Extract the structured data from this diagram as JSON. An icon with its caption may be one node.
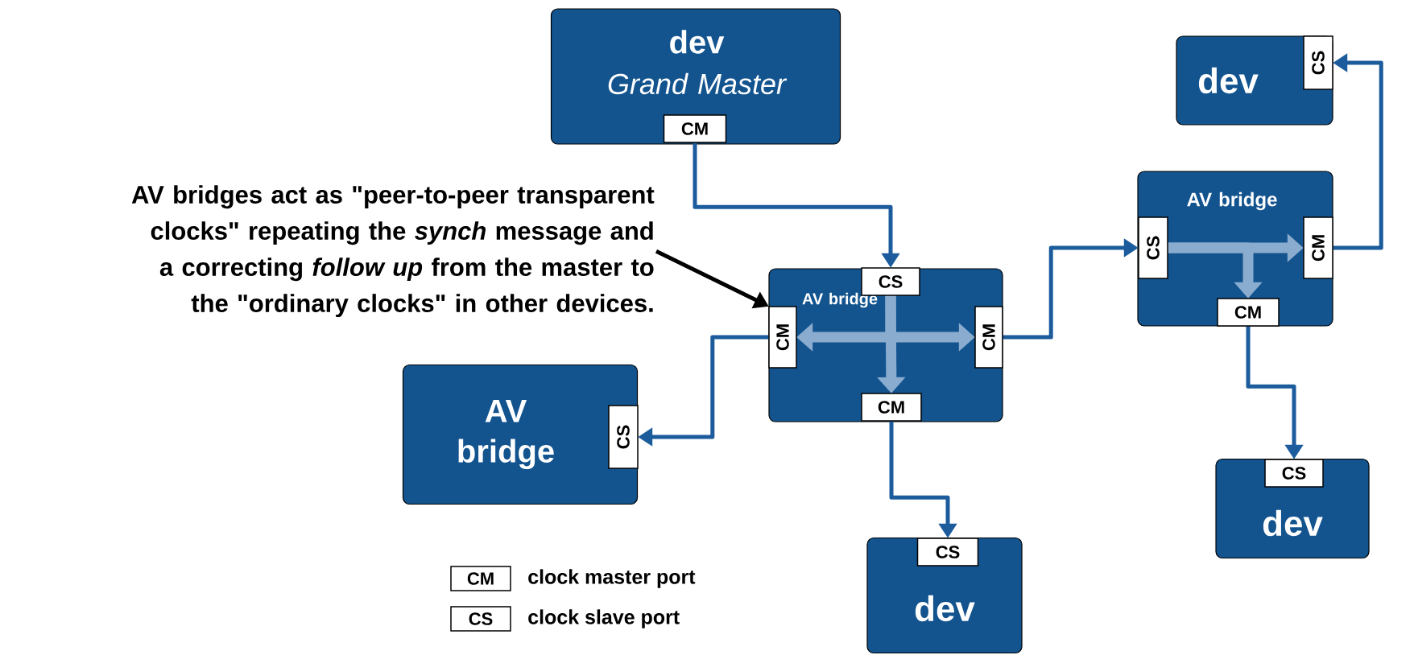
{
  "diagram": {
    "nodes": [
      {
        "text": [
          "dev",
          "Grand Master"
        ]
      },
      {
        "text": [
          "CM"
        ],
        "in": 0
      },
      {
        "text": [
          "AV bridge"
        ]
      },
      {
        "text": [
          "CS"
        ],
        "in": 2
      },
      {
        "text": [
          "CM"
        ],
        "in": 2
      },
      {
        "text": [
          "CM"
        ],
        "in": 2
      },
      {
        "text": [
          "CM"
        ],
        "in": 2
      },
      {
        "text": [
          "AV bridge"
        ]
      },
      {
        "text": [
          "CS"
        ],
        "in": 7
      },
      {
        "text": [
          "dev"
        ]
      },
      {
        "text": [
          "CS"
        ],
        "in": 9
      },
      {
        "text": [
          "AV bridge"
        ]
      },
      {
        "text": [
          "CS"
        ],
        "in": 11
      },
      {
        "text": [
          "CM"
        ],
        "in": 11
      },
      {
        "text": [
          "CM"
        ],
        "in": 11
      },
      {
        "text": [
          "dev"
        ]
      },
      {
        "text": [
          "CS"
        ],
        "in": 15
      },
      {
        "text": [
          "dev"
        ]
      },
      {
        "text": [
          "CS"
        ],
        "in": 17
      },
      {
        "text": [
          "AV bridges act as \"peer-to-peer transparent clocks\" repeating the *synch* message and a correcting *follow up* from the master to  the \"ordinary clocks\" in other  devices."
        ]
      }
    ],
    "edges": [
      {
        "from": 1,
        "to": 3,
        "arrow": "to"
      },
      {
        "from": 3,
        "to": 4,
        "arrow": "to",
        "style": "thick",
        "color": "#8aaccf"
      },
      {
        "from": 3,
        "to": 5,
        "arrow": "to",
        "style": "thick",
        "color": "#8aaccf"
      },
      {
        "from": 3,
        "to": 6,
        "arrow": "to",
        "style": "thick",
        "color": "#8aaccf"
      },
      {
        "from": 4,
        "to": 8,
        "arrow": "to"
      },
      {
        "from": 6,
        "to": 10,
        "arrow": "to"
      },
      {
        "from": 5,
        "to": 12,
        "arrow": "to"
      },
      {
        "from": 12,
        "to": 13,
        "arrow": "to",
        "style": "thick",
        "color": "#8aaccf"
      },
      {
        "from": 12,
        "to": 14,
        "arrow": "to",
        "style": "thick",
        "color": "#8aaccf"
      },
      {
        "from": 13,
        "to": 16,
        "arrow": "to"
      },
      {
        "from": 14,
        "to": 18,
        "arrow": "to"
      },
      {
        "from": 19,
        "to": 4,
        "arrow": "to",
        "color": "#000000"
      }
    ],
    "labels": [
      "CM",
      "CS"
    ],
    "legend": [
      {
        "text": "clock master port"
      },
      {
        "text": "clock slave port"
      }
    ]
  }
}
